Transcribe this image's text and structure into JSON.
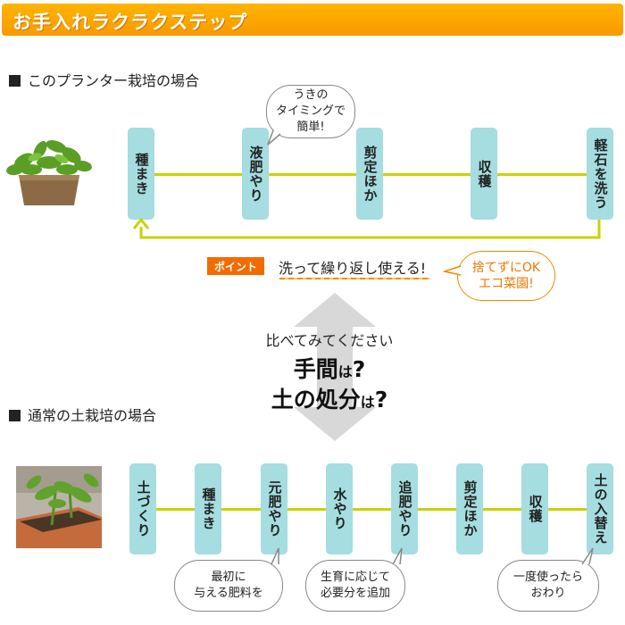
{
  "banner": {
    "title": "お手入れラクラクステップ"
  },
  "planter_section": {
    "heading": "このプランター栽培の場合",
    "steps": [
      "種まき",
      "液肥やり",
      "剪定ほか",
      "収穫",
      "軽石を洗う"
    ],
    "timing_note": "うきの\nタイミングで\n簡単!",
    "point_label": "ポイント",
    "point_text": "洗って繰り返し使える!",
    "eco_note": "捨てずにOK\nエコ菜園!"
  },
  "compare": {
    "lead": "比べてみてください",
    "line1_main": "手間",
    "line1_particle": "は",
    "line1_mark": "?",
    "line2_main": "土の処分",
    "line2_particle": "は",
    "line2_mark": "?"
  },
  "soil_section": {
    "heading": "通常の土栽培の場合",
    "steps": [
      "土づくり",
      "種まき",
      "元肥やり",
      "水やり",
      "追肥やり",
      "剪定ほか",
      "収穫",
      "土の入替え"
    ],
    "notes": [
      "最初に\n与える肥料を",
      "生育に応じて\n必要分を追加",
      "一度使ったら\nおわり"
    ]
  },
  "colors": {
    "banner": "#f79a00",
    "step_box": "#a5dde0",
    "timeline": "#c8d400",
    "point_tag": "#f26b00",
    "arrow": "#d8d8d8"
  }
}
